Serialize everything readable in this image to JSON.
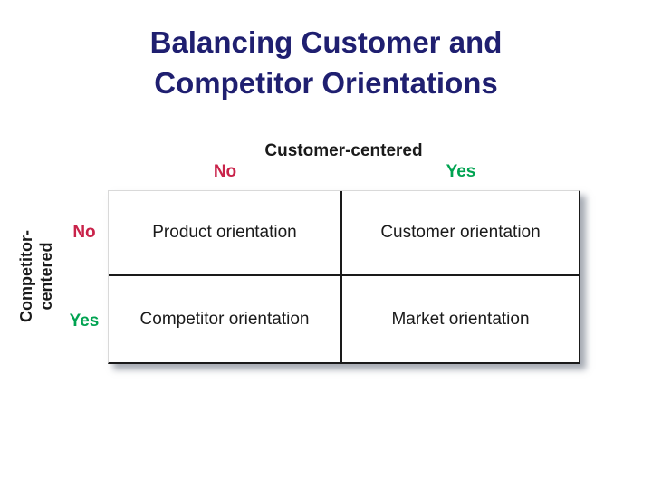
{
  "slide": {
    "title_line1": "Balancing Customer and",
    "title_line2": "Competitor Orientations"
  },
  "matrix": {
    "column_axis": {
      "label": "Customer-centered",
      "no": "No",
      "yes": "Yes"
    },
    "row_axis": {
      "label_line1": "Competitor-",
      "label_line2": "centered",
      "no": "No",
      "yes": "Yes"
    },
    "cells": {
      "top_left": "Product orientation",
      "top_right": "Customer orientation",
      "bottom_left": "Competitor orientation",
      "bottom_right": "Market orientation"
    }
  },
  "colors": {
    "title": "#1F1F70",
    "no_label": "#C9234A",
    "yes_label": "#00A351",
    "cell_text": "#1a1a1a",
    "background": "#ffffff"
  }
}
